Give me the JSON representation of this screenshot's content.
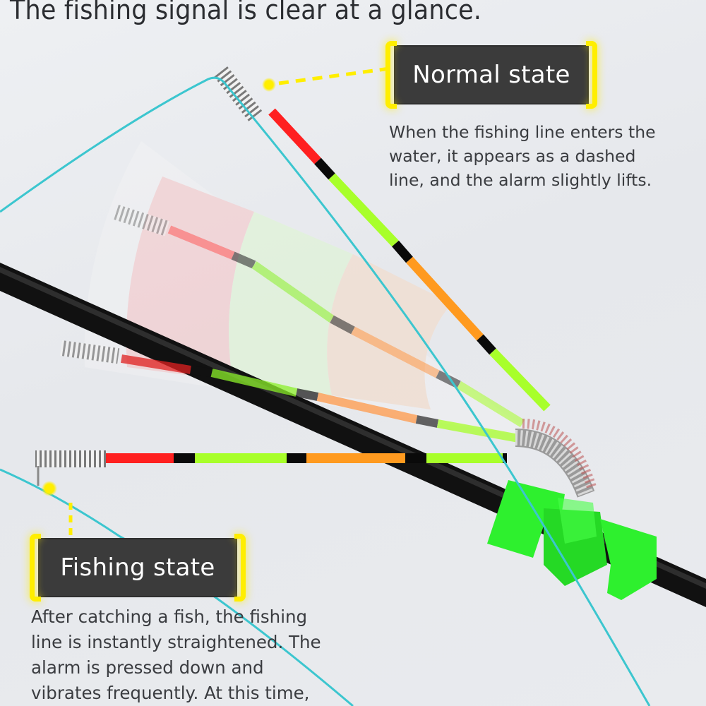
{
  "headline": "The fishing signal is clear at a glance.",
  "normal_state": {
    "title": "Normal state",
    "description_lines": [
      "When the fishing line enters the",
      "water, it appears as a dashed",
      "line, and the alarm slightly lifts."
    ]
  },
  "fishing_state": {
    "title": "Fishing state",
    "description_lines": [
      "After catching a fish, the fishing",
      "line is instantly straightened. The",
      "alarm is pressed down and",
      "vibrates frequently. At this time,"
    ]
  },
  "colors": {
    "highlight_yellow": "#ffee00",
    "label_bg": "#3b3b3b",
    "fishing_line": "#3cc6cf",
    "rod": "#111111",
    "clip_green": "#2ef02e",
    "segment_red": "#ff2020",
    "segment_black": "#0a0a0a",
    "segment_green": "#a8ff2a",
    "segment_orange": "#ff9a1f"
  },
  "illustration": {
    "rod_tip_segments_horizontal": [
      "spring",
      "red",
      "black",
      "green",
      "black",
      "orange",
      "black",
      "green",
      "spring"
    ],
    "rod_tip_segments_raised": [
      "spring",
      "red",
      "black",
      "green",
      "black",
      "orange",
      "black",
      "green",
      "spring"
    ],
    "icons": [
      "alarm-spring-icon",
      "rod-clip-icon",
      "fishing-line-icon"
    ]
  }
}
